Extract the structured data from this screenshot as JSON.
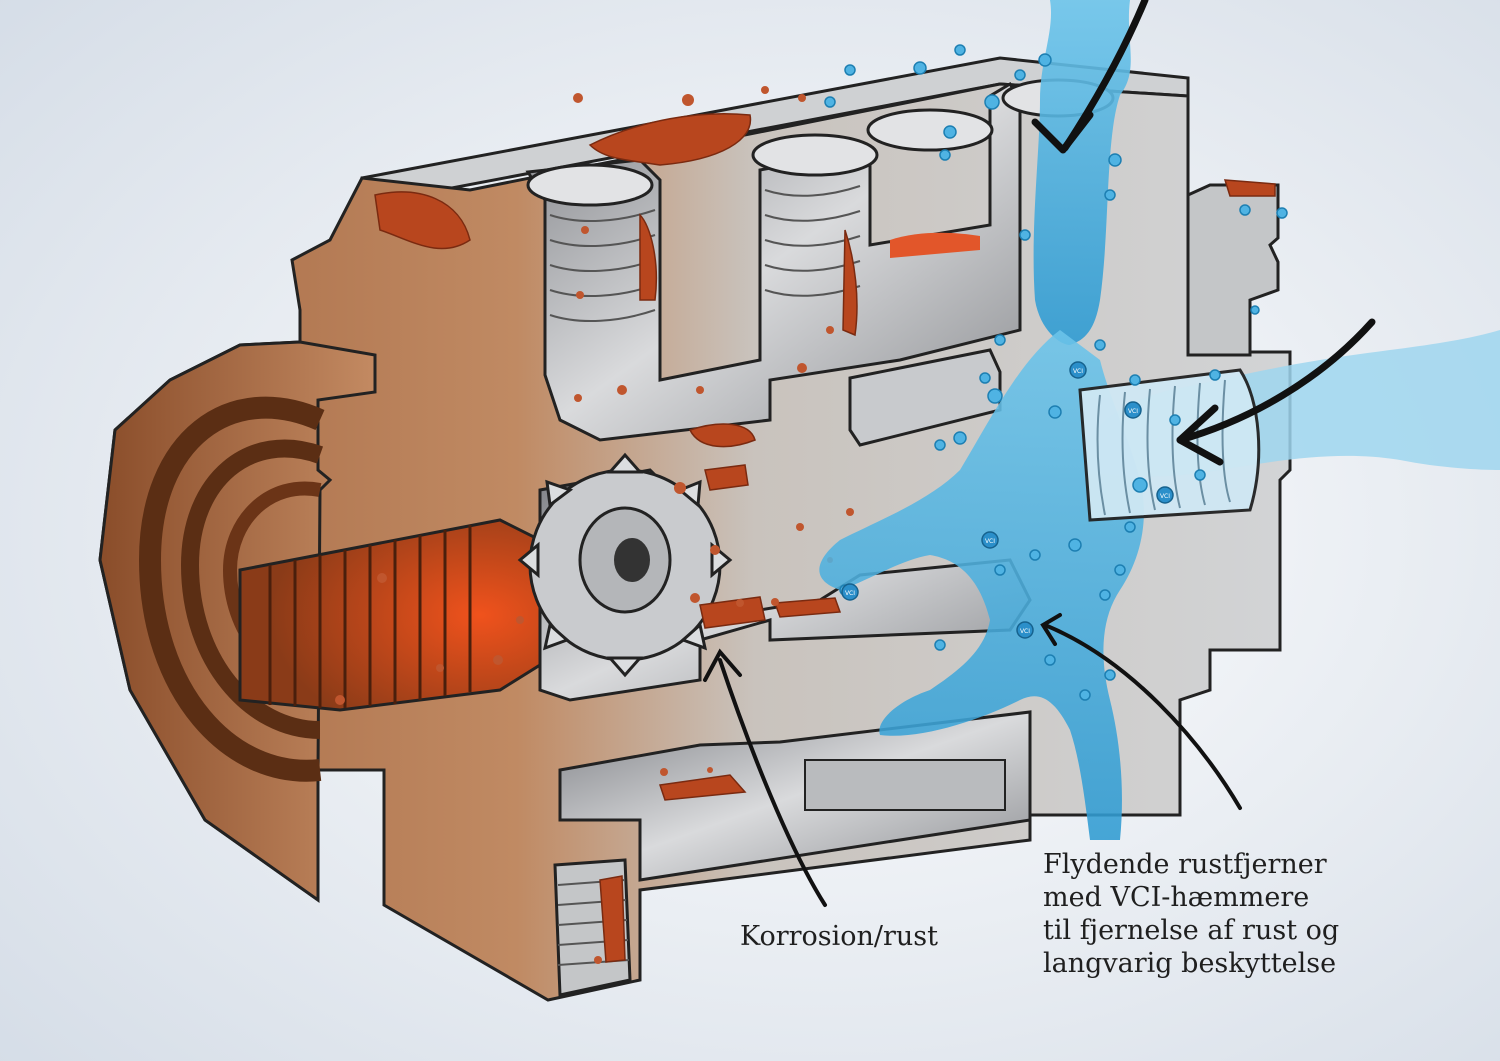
{
  "labels": {
    "corrosion": "Korrosion/rust",
    "remover_lines": [
      "Flydende rustfjerner",
      "med VCI-hæmmere",
      "til fjernelse af rust og",
      "langvarig beskyttelse"
    ]
  },
  "bubble_text": "VCI",
  "colors": {
    "background": "#dfe6ee",
    "rust_body": "#b27a55",
    "rust_dark": "#6e3a1c",
    "rust_orange": "#e2562a",
    "steel": "#c7c9cc",
    "steel_dark": "#8e9196",
    "liquid": "#3aa6d8",
    "liquid_light": "#9fd6ef",
    "outline": "#222222"
  }
}
